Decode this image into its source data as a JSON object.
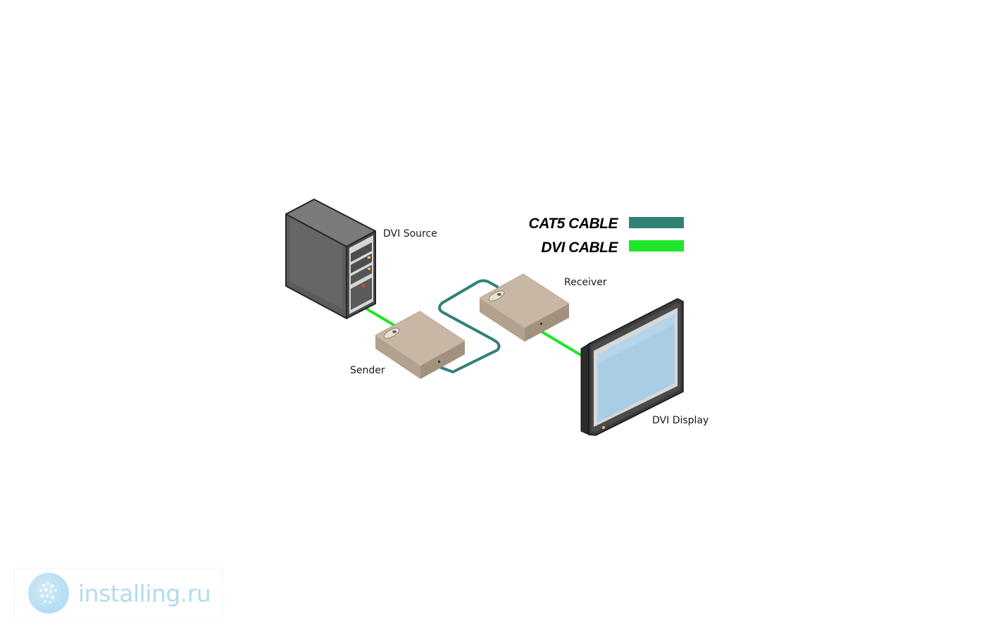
{
  "labels": {
    "dvi_source": "DVI Source",
    "sender": "Sender",
    "receiver": "Receiver",
    "dvi_display": "DVI Display"
  },
  "legend": [
    {
      "label": "CAT5 CABLE",
      "color": "#318177"
    },
    {
      "label": "DVI CABLE",
      "color": "#1fe62a"
    }
  ],
  "colors": {
    "cat5": "#318177",
    "dvi": "#1fe62a",
    "box_top": "#c9b7a5",
    "box_side": "#a3917f",
    "screen": "#a9cde4"
  },
  "watermark": {
    "text": "installing.ru",
    "icon": "flower-logo-icon"
  }
}
